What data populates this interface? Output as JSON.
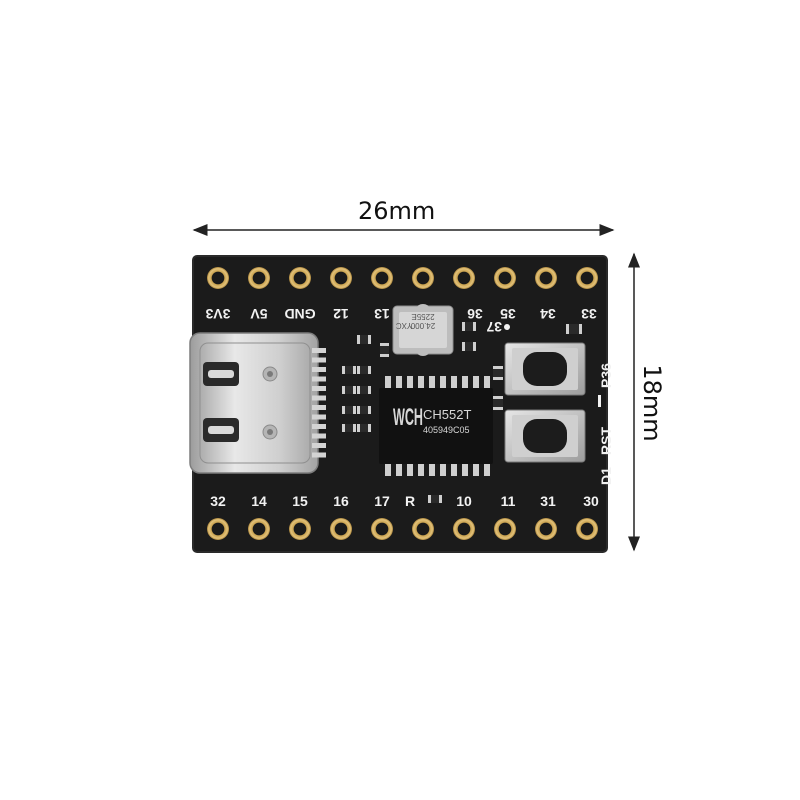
{
  "dimensions": {
    "width_label": "26mm",
    "height_label": "18mm"
  },
  "board": {
    "top_pins": [
      "3V3",
      "5V",
      "GND",
      "12",
      "13",
      "36",
      "35",
      "34",
      "33"
    ],
    "bottom_pins": [
      "32",
      "14",
      "15",
      "16",
      "17",
      "R",
      "10",
      "11",
      "31",
      "30"
    ],
    "side_labels": [
      "D1",
      "RST",
      "P36"
    ],
    "pin37_label": "37",
    "chip": {
      "brand": "WCH",
      "model": "CH552T",
      "lot": "405949C05"
    },
    "crystal": {
      "line1": "YXC",
      "line2": "24.000",
      "line3": "2255E"
    }
  },
  "colors": {
    "pcb": "#1b1b1b",
    "pad_gold": "#d9b25f",
    "silkscreen": "#f2f2f2",
    "usb_metal": "#c9c9c9"
  }
}
